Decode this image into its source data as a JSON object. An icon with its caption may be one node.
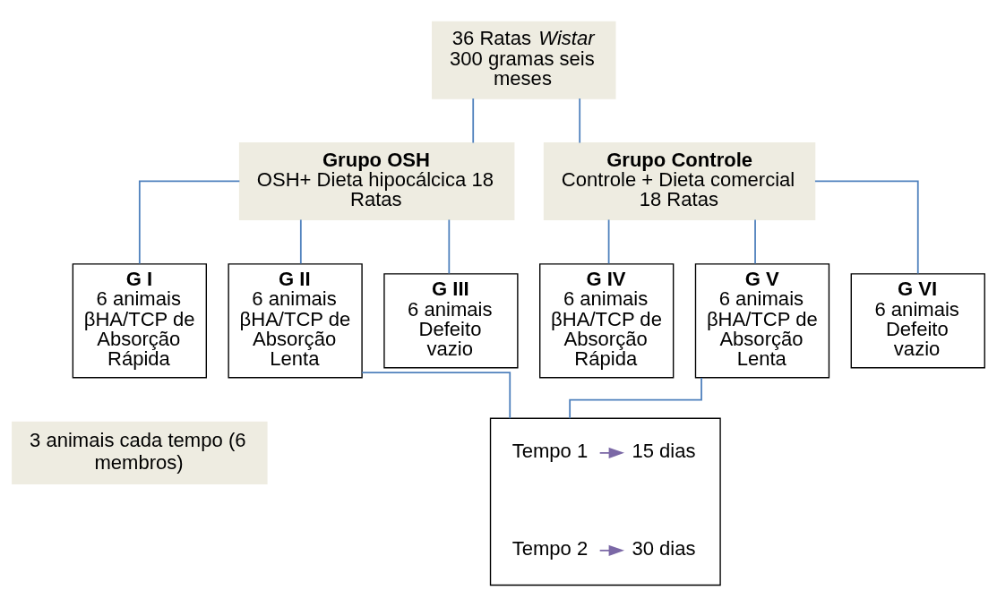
{
  "diagram": {
    "nodes": [
      {
        "text": [
          "36 Ratas *Wistar* 300 gramas seis meses"
        ]
      },
      {
        "text": [
          "Grupo OSH",
          "OSH+ Dieta hipocálcica 18 Ratas"
        ]
      },
      {
        "text": [
          "Grupo Controle",
          "Controle + Dieta comercial 18 Ratas"
        ]
      },
      {
        "text": [
          "G I",
          "6 animais βHA/TCP de Absorção Rápida"
        ]
      },
      {
        "text": [
          "G II",
          "6 animais βHA/TCP de Absorção Lenta"
        ]
      },
      {
        "text": [
          "G III",
          "6 animais Defeito vazio"
        ]
      },
      {
        "text": [
          "G IV",
          "6 animais βHA/TCP de Absorção Rápida"
        ]
      },
      {
        "text": [
          "G V",
          "6 animais βHA/TCP de Absorção Lenta"
        ]
      },
      {
        "text": [
          "G VI",
          "6 animais Defeito vazio"
        ]
      },
      {
        "text": [
          "3 animais cada tempo (6 membros)"
        ]
      },
      {
        "text": [],
        "shape": "box"
      },
      {
        "text": [
          "Tempo 1"
        ],
        "in": 10
      },
      {
        "text": [
          "15 dias"
        ],
        "in": 10
      },
      {
        "text": [
          "Tempo 2"
        ],
        "in": 10
      },
      {
        "text": [
          "30 dias"
        ],
        "in": 10
      }
    ],
    "edges": [
      {
        "from": 0,
        "to": 1,
        "arrow": "none"
      },
      {
        "from": 0,
        "to": 2,
        "arrow": "none"
      },
      {
        "from": 1,
        "to": 3,
        "arrow": "none"
      },
      {
        "from": 1,
        "to": 4,
        "arrow": "none"
      },
      {
        "from": 1,
        "to": 5,
        "arrow": "none"
      },
      {
        "from": 2,
        "to": 6,
        "arrow": "none"
      },
      {
        "from": 2,
        "to": 7,
        "arrow": "none"
      },
      {
        "from": 2,
        "to": 8,
        "arrow": "none"
      },
      {
        "from": 4,
        "to": 10,
        "arrow": "none"
      },
      {
        "from": 7,
        "to": 10,
        "arrow": "none"
      },
      {
        "from": 11,
        "to": 12,
        "arrow": "to",
        "color": "#7b68a6"
      },
      {
        "from": 13,
        "to": 14,
        "arrow": "to",
        "color": "#7b68a6"
      }
    ]
  }
}
